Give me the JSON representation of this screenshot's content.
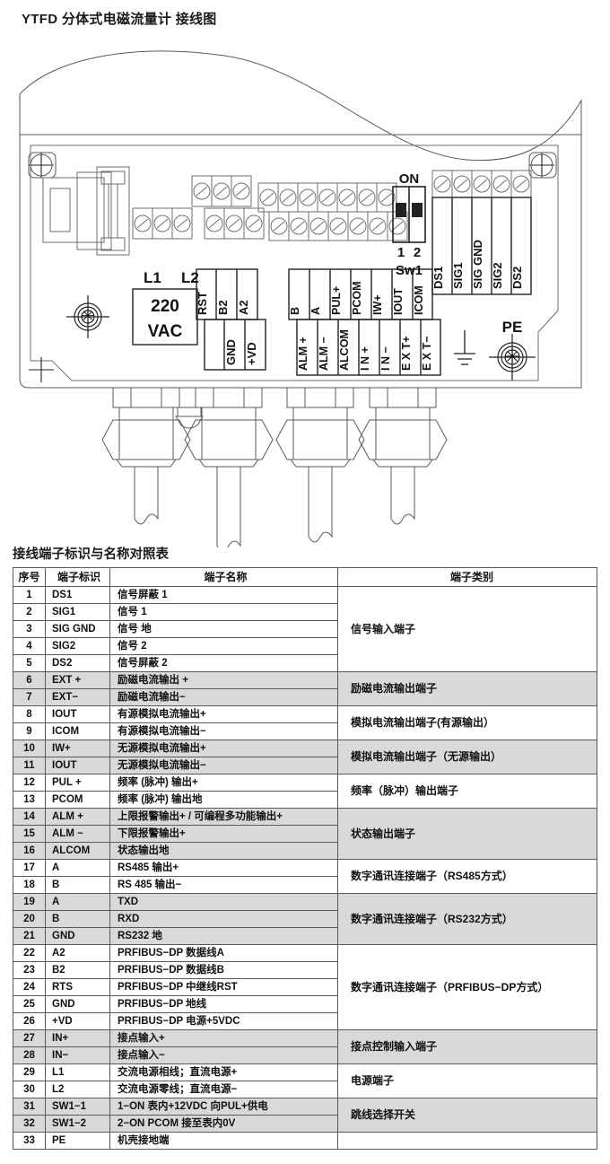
{
  "title": "YTFD 分体式电磁流量计 接线图",
  "diagram": {
    "power_label_l1": "L1",
    "power_label_l2": "L2",
    "voltage_line1": "220",
    "voltage_line2": "VAC",
    "pe_label": "PE",
    "switch": {
      "on_label": "ON",
      "pos1": "1",
      "pos2": "2",
      "name": "Sw1"
    },
    "signal_terminals": [
      "DS1",
      "SIG1",
      "SIG GND",
      "SIG2",
      "DS2"
    ],
    "profibus_top": [
      "RST",
      "B2",
      "A2"
    ],
    "profibus_bottom": [
      "GND",
      "+VD"
    ],
    "io_top": [
      "B",
      "A",
      "PUL+",
      "PCOM",
      "IW+",
      "IOUT",
      "ICOM"
    ],
    "io_bottom": [
      "ALM +",
      "ALM −",
      "ALCOM",
      "I N +",
      "I N −",
      "E X T+",
      "E X T−"
    ]
  },
  "table": {
    "caption": "接线端子标识与名称对照表",
    "headers": [
      "序号",
      "端子标识",
      "端子名称",
      "端子类别"
    ],
    "rows": [
      {
        "no": "1",
        "mark": "DS1",
        "name": "信号屏蔽 1",
        "shade": false
      },
      {
        "no": "2",
        "mark": "SIG1",
        "name": "信号 1",
        "shade": false
      },
      {
        "no": "3",
        "mark": "SIG GND",
        "name": "信号 地",
        "shade": false
      },
      {
        "no": "4",
        "mark": "SIG2",
        "name": "信号 2",
        "shade": false
      },
      {
        "no": "5",
        "mark": "DS2",
        "name": "信号屏蔽 2",
        "shade": false
      },
      {
        "no": "6",
        "mark": "EXT +",
        "name": "励磁电流输出 +",
        "shade": true
      },
      {
        "no": "7",
        "mark": "EXT−",
        "name": "励磁电流输出−",
        "shade": true
      },
      {
        "no": "8",
        "mark": "IOUT",
        "name": "有源模拟电流输出+",
        "shade": false
      },
      {
        "no": "9",
        "mark": "ICOM",
        "name": "有源模拟电流输出−",
        "shade": false
      },
      {
        "no": "10",
        "mark": "IW+",
        "name": "无源模拟电流输出+",
        "shade": true
      },
      {
        "no": "11",
        "mark": "IOUT",
        "name": "无源模拟电流输出−",
        "shade": true
      },
      {
        "no": "12",
        "mark": "PUL +",
        "name": "频率 (脉冲) 输出+",
        "shade": false
      },
      {
        "no": "13",
        "mark": "PCOM",
        "name": "频率 (脉冲) 输出地",
        "shade": false
      },
      {
        "no": "14",
        "mark": "ALM +",
        "name": "上限报警输出+ / 可编程多功能输出+",
        "shade": true
      },
      {
        "no": "15",
        "mark": "ALM −",
        "name": "下限报警输出+",
        "shade": true
      },
      {
        "no": "16",
        "mark": "ALCOM",
        "name": "状态输出地",
        "shade": true
      },
      {
        "no": "17",
        "mark": "A",
        "name": "RS485 输出+",
        "shade": false
      },
      {
        "no": "18",
        "mark": "B",
        "name": "RS 485 输出−",
        "shade": false
      },
      {
        "no": "19",
        "mark": "A",
        "name": "TXD",
        "shade": true
      },
      {
        "no": "20",
        "mark": "B",
        "name": "RXD",
        "shade": true
      },
      {
        "no": "21",
        "mark": "GND",
        "name": "RS232 地",
        "shade": true
      },
      {
        "no": "22",
        "mark": "A2",
        "name": "PRFIBUS−DP 数据线A",
        "shade": false
      },
      {
        "no": "23",
        "mark": "B2",
        "name": "PRFIBUS−DP 数据线B",
        "shade": false
      },
      {
        "no": "24",
        "mark": "RTS",
        "name": "PRFIBUS−DP 中继线RST",
        "shade": false
      },
      {
        "no": "25",
        "mark": "GND",
        "name": "PRFIBUS−DP 地线",
        "shade": false
      },
      {
        "no": "26",
        "mark": "+VD",
        "name": "PRFIBUS−DP 电源+5VDC",
        "shade": false
      },
      {
        "no": "27",
        "mark": "IN+",
        "name": "接点输入+",
        "shade": true
      },
      {
        "no": "28",
        "mark": "IN−",
        "name": "接点输入−",
        "shade": true
      },
      {
        "no": "29",
        "mark": "L1",
        "name": "交流电源相线；直流电源+",
        "shade": false
      },
      {
        "no": "30",
        "mark": "L2",
        "name": "交流电源零线；直流电源−",
        "shade": false
      },
      {
        "no": "31",
        "mark": "SW1−1",
        "name": "1−ON  表内+12VDC 向PUL+供电",
        "shade": true
      },
      {
        "no": "32",
        "mark": "SW1−2",
        "name": "2−ON   PCOM 接至表内0V",
        "shade": true
      },
      {
        "no": "33",
        "mark": "PE",
        "name": "机壳接地端",
        "shade": false
      }
    ],
    "categories": [
      {
        "label": "信号输入端子",
        "span": 5,
        "shade": false
      },
      {
        "label": "励磁电流输出端子",
        "span": 2,
        "shade": true
      },
      {
        "label": "模拟电流输出端子(有源输出）",
        "span": 2,
        "shade": false
      },
      {
        "label": "模拟电流输出端子（无源输出）",
        "span": 2,
        "shade": true
      },
      {
        "label": "频率（脉冲）输出端子",
        "span": 2,
        "shade": false
      },
      {
        "label": "状态输出端子",
        "span": 3,
        "shade": true
      },
      {
        "label": "数字通讯连接端子（RS485方式）",
        "span": 2,
        "shade": false
      },
      {
        "label": "数字通讯连接端子（RS232方式）",
        "span": 3,
        "shade": true
      },
      {
        "label": "数字通讯连接端子（PRFIBUS−DP方式）",
        "span": 5,
        "shade": false
      },
      {
        "label": "接点控制输入端子",
        "span": 2,
        "shade": true
      },
      {
        "label": "电源端子",
        "span": 2,
        "shade": false
      },
      {
        "label": "跳线选择开关",
        "span": 2,
        "shade": true
      },
      {
        "label": "",
        "span": 1,
        "shade": false
      }
    ]
  }
}
